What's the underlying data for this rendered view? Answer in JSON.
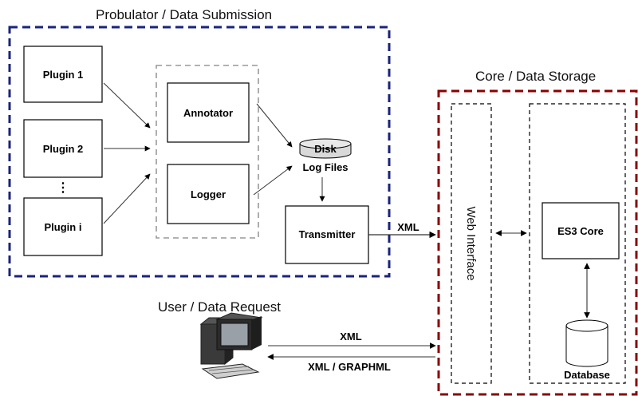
{
  "groups": {
    "probulator": "Probulator / Data Submission",
    "core": "Core / Data Storage",
    "user": "User / Data Request"
  },
  "nodes": {
    "plugin1": "Plugin 1",
    "plugin2": "Plugin 2",
    "plugin_dots": "⋮",
    "plugin_i": "Plugin i",
    "annotator": "Annotator",
    "logger": "Logger",
    "disk": "Disk",
    "log_files": "Log Files",
    "transmitter": "Transmitter",
    "web_interface": "Web Interface",
    "es3_core": "ES3 Core",
    "database": "Database"
  },
  "edges": {
    "transmitter_to_web": "XML",
    "user_to_web": "XML",
    "web_to_user": "XML / GRAPHML"
  },
  "colors": {
    "probulator_border": "#1a237e",
    "core_border": "#8b0000",
    "inner_dashed": "#999999",
    "box_border": "#000000",
    "disk_fill": "#d9d9d9",
    "monitor_dark": "#333333",
    "monitor_screen": "#9aa0a8"
  },
  "icons": {
    "user_workstation": "computer-workstation-icon",
    "database": "database-cylinder-icon",
    "disk": "disk-cylinder-icon"
  }
}
